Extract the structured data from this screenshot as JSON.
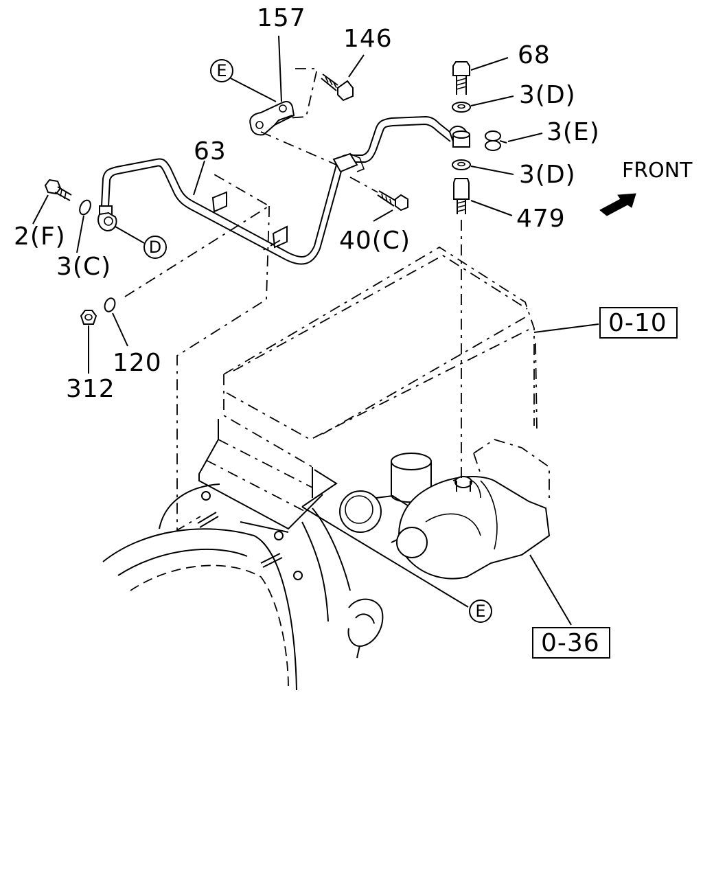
{
  "diagram": {
    "callouts": {
      "p157": "157",
      "p146": "146",
      "p68": "68",
      "p3d_top": "3(D)",
      "p3e": "3(E)",
      "p3d_bottom": "3(D)",
      "p479": "479",
      "p63": "63",
      "p2f": "2(F)",
      "p3c": "3(C)",
      "p40c": "40(C)",
      "p120": "120",
      "p312": "312"
    },
    "refs": {
      "ref_010": "0-10",
      "ref_036": "0-36"
    },
    "circle_markers": {
      "e_top": "E",
      "d_left": "D",
      "e_bottom": "E"
    },
    "direction": {
      "front_label": "FRONT"
    }
  }
}
